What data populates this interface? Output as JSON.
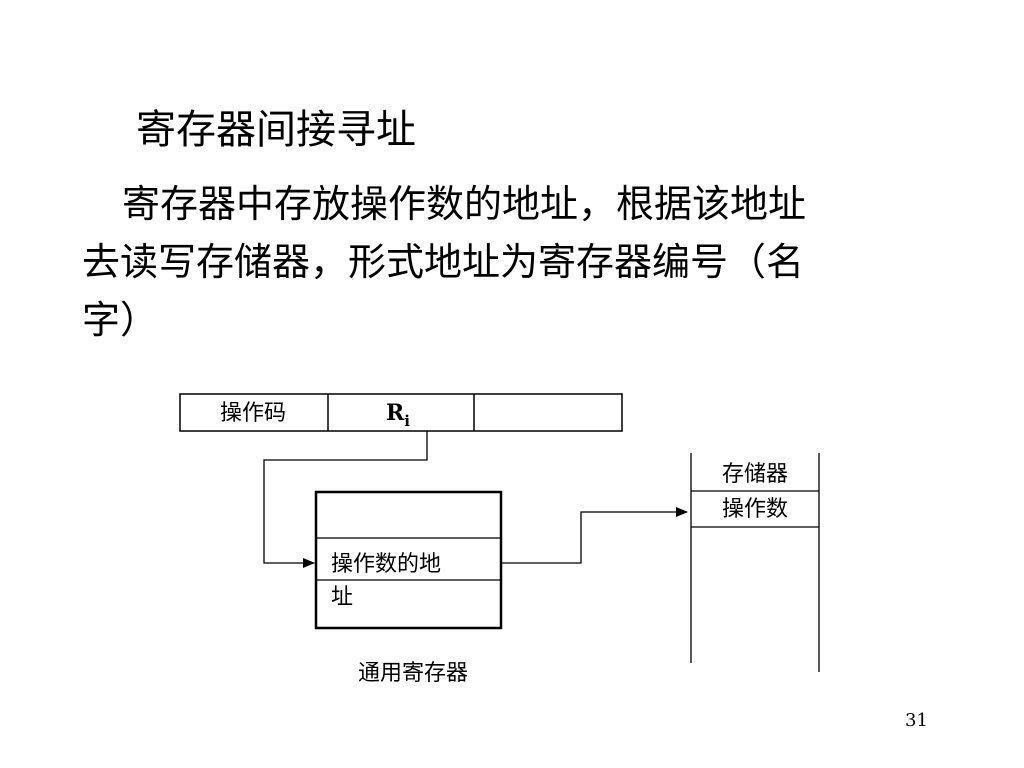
{
  "slide": {
    "title": "寄存器间接寻址",
    "body_lines": [
      "寄存器中存放操作数的地址，根据该地址",
      "去读写存储器，形式地址为寄存器编号（名",
      "字）"
    ],
    "page_number": "31"
  },
  "diagram": {
    "instruction_fields": {
      "opcode": "操作码",
      "register_main": "R",
      "register_sub": "i",
      "blank": ""
    },
    "register_cell_lines": [
      "操作数的地",
      "址"
    ],
    "register_file_caption": "通用寄存器",
    "memory_cell_lines": [
      "存储器",
      "操作数"
    ]
  }
}
